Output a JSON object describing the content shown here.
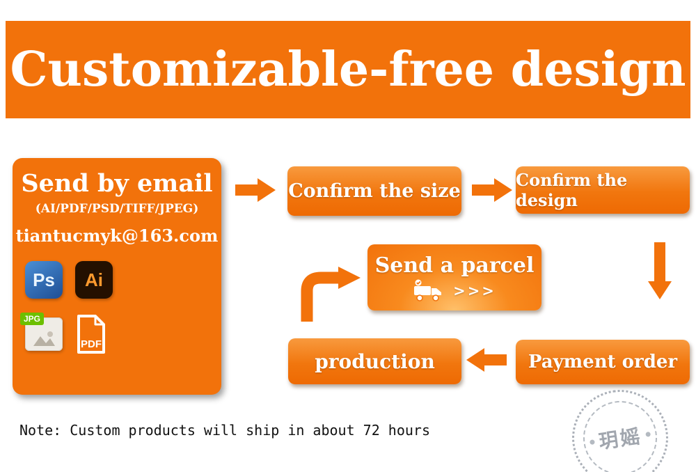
{
  "header": {
    "title": "Customizable-free design"
  },
  "email_card": {
    "title": "Send by email",
    "formats": "(AI/PDF/PSD/TIFF/JPEG)",
    "email": "tiantucmyk@163.com",
    "icons": [
      {
        "name": "photoshop-icon",
        "label": "Ps"
      },
      {
        "name": "illustrator-icon",
        "label": "Ai"
      },
      {
        "name": "jpg-file-icon",
        "label": "JPG"
      },
      {
        "name": "pdf-file-icon",
        "label": "PDF"
      }
    ]
  },
  "flow": {
    "confirm_size": "Confirm the size",
    "confirm_design": "Confirm the design",
    "send_parcel": "Send a parcel",
    "parcel_arrows": ">>>",
    "production": "production",
    "payment_order": "Payment order"
  },
  "note": "Note: Custom products will ship in about 72 hours",
  "seal": {
    "text": "玥媱"
  },
  "colors": {
    "orange": "#f2720b",
    "orange_light": "#f89a3e",
    "jpg_green": "#6cbf00",
    "ps_blue": "#1e4e94",
    "ai_orange": "#ff9a2e",
    "seal_gray": "#8b939e"
  }
}
